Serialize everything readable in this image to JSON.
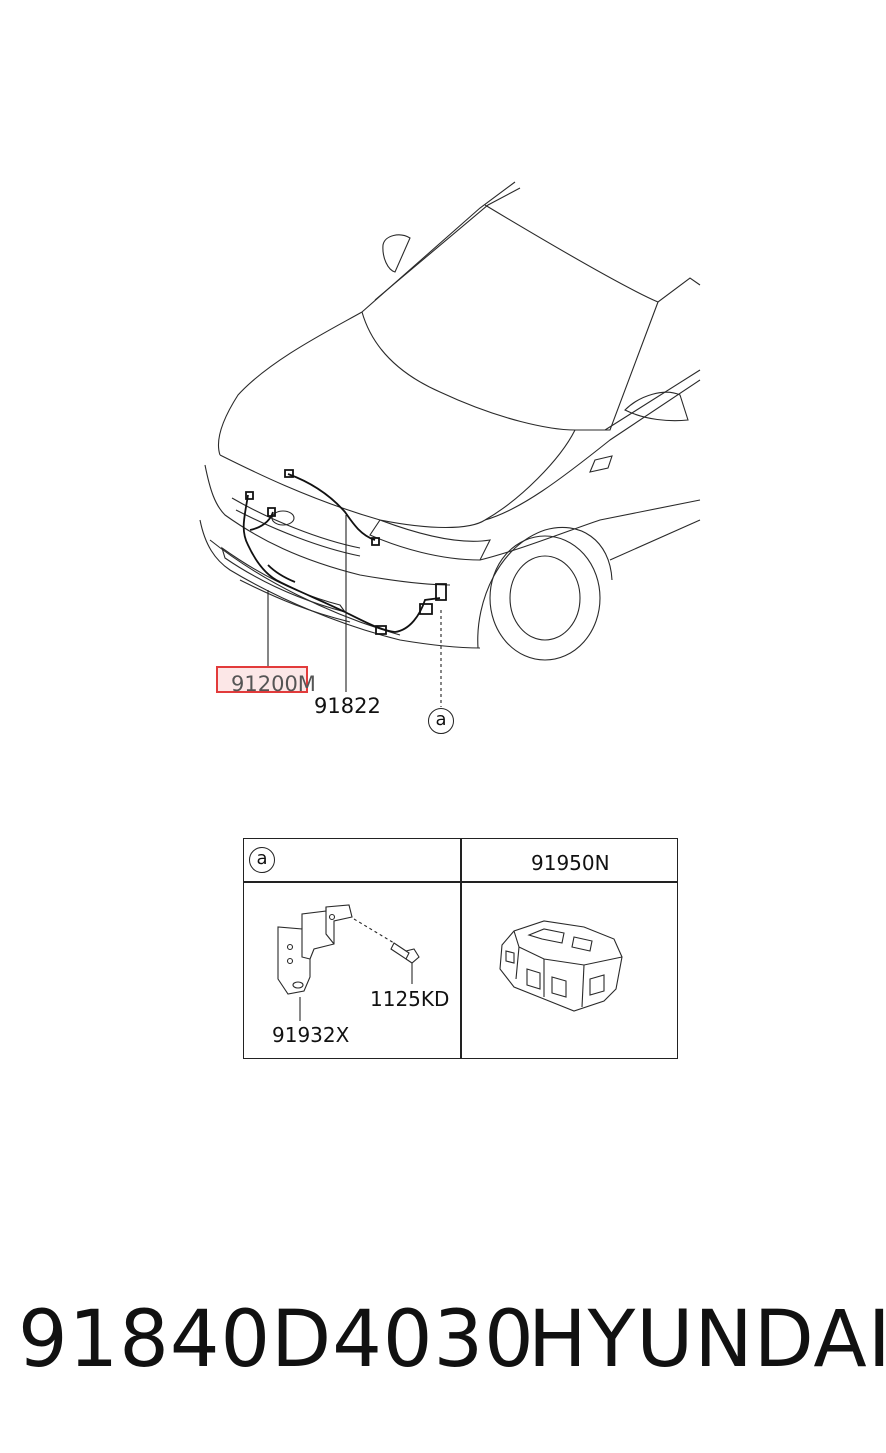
{
  "diagram": {
    "callouts": {
      "harness": "91200M",
      "hood_harness": "91822",
      "detail_ref": "a"
    },
    "detail_table": {
      "ref": "a",
      "right_header": "91950N",
      "bolt": "1125KD",
      "bracket": "91932X"
    }
  },
  "footer": {
    "part_number": "91840D4030",
    "brand": "HYUNDAI"
  },
  "colors": {
    "highlight": "#e23b3b",
    "line": "#222222"
  }
}
